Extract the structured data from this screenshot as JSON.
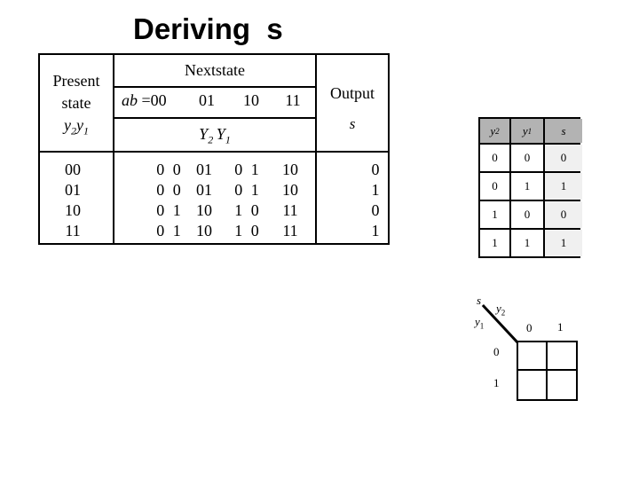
{
  "colors": {
    "background": "#ffffff",
    "text": "#000000",
    "table_border": "#000000",
    "truth_header_bg": "#b3b3b3",
    "truth_s_column_bg": "#f0f0f0"
  },
  "title": "Deriving  s",
  "state_table": {
    "present": {
      "line1": "Present",
      "line2": "state",
      "var1_base": "y",
      "var1_sub": "2",
      "var2_base": "y",
      "var2_sub": "1"
    },
    "nextstate_label": "Nextstate",
    "ab_var": "ab",
    "ab_first_col": " =00",
    "ab_cols": [
      "01",
      "10",
      "11"
    ],
    "next_vars": {
      "var1_base": "Y",
      "var1_sub": "2",
      "var2_base": "Y",
      "var2_sub": "1"
    },
    "output_label": "Output",
    "output_var": "s",
    "rows": [
      {
        "present": "00",
        "ns0": "0 0",
        "ns1": "01",
        "ns2": "0 1",
        "ns3": "10",
        "out": "0"
      },
      {
        "present": "01",
        "ns0": "0 0",
        "ns1": "01",
        "ns2": "0 1",
        "ns3": "10",
        "out": "1"
      },
      {
        "present": "10",
        "ns0": "0 1",
        "ns1": "10",
        "ns2": "1 0",
        "ns3": "11",
        "out": "0"
      },
      {
        "present": "11",
        "ns0": "0 1",
        "ns1": "10",
        "ns2": "1 0",
        "ns3": "11",
        "out": "1"
      }
    ]
  },
  "truth_table": {
    "headers": [
      {
        "base": "y",
        "sub": "2"
      },
      {
        "base": "y",
        "sub": "1"
      },
      {
        "base": "s",
        "sub": ""
      }
    ],
    "rows": [
      [
        "0",
        "0",
        "0"
      ],
      [
        "0",
        "1",
        "1"
      ],
      [
        "1",
        "0",
        "0"
      ],
      [
        "1",
        "1",
        "1"
      ]
    ]
  },
  "kmap": {
    "output_var": "s",
    "col_var": {
      "base": "y",
      "sub": "2"
    },
    "row_var": {
      "base": "y",
      "sub": "1"
    },
    "col_labels": [
      "0",
      "1"
    ],
    "row_labels": [
      "0",
      "1"
    ],
    "cells": [
      [
        "",
        ""
      ],
      [
        "",
        ""
      ]
    ]
  }
}
